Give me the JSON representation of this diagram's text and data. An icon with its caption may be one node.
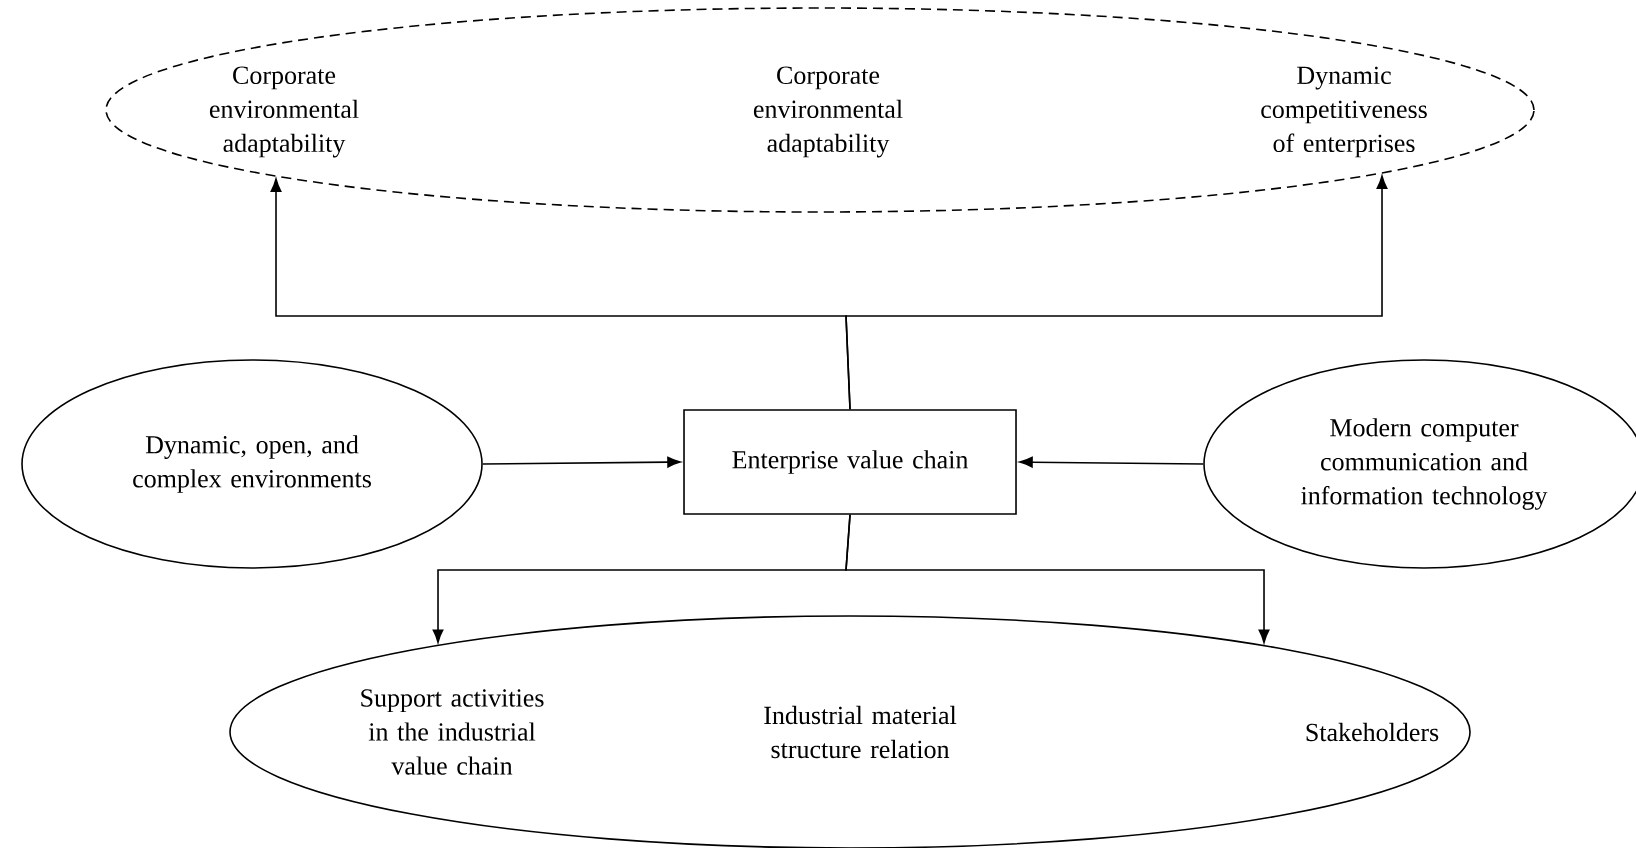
{
  "diagram": {
    "nodes": [
      {
        "text": [
          "Corporate environmental adaptability",
          "Corporate environmental adaptability",
          "Dynamic competitiveness of enterprises"
        ]
      },
      {
        "text": [
          "Dynamic, open, and complex environments"
        ]
      },
      {
        "text": [
          "Enterprise value chain"
        ]
      },
      {
        "text": [
          "Modern computer communication and information technology"
        ]
      },
      {
        "text": [
          "Support activities in the industrial value chain",
          "Industrial material structure relation",
          "Stakeholders"
        ]
      }
    ],
    "edges": [
      {
        "from": 2,
        "to": 0,
        "arrow": "to"
      },
      {
        "from": 2,
        "to": 0,
        "arrow": "to"
      },
      {
        "from": 1,
        "to": 2,
        "arrow": "to"
      },
      {
        "from": 3,
        "to": 2,
        "arrow": "to"
      },
      {
        "from": 2,
        "to": 4,
        "arrow": "to"
      },
      {
        "from": 2,
        "to": 4,
        "arrow": "to"
      }
    ]
  }
}
